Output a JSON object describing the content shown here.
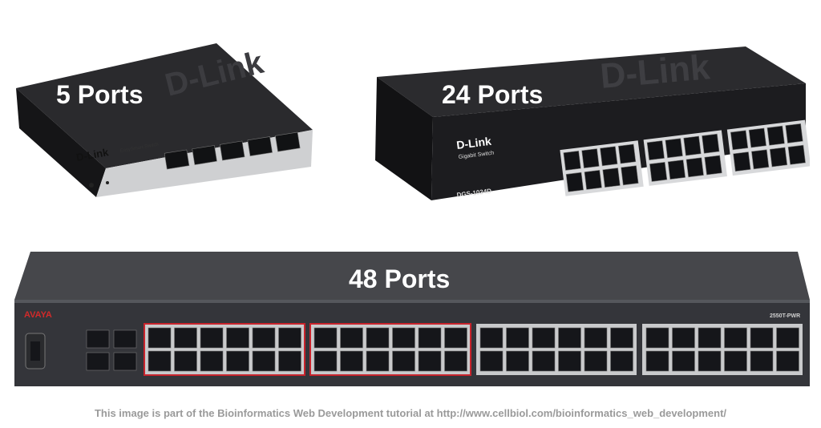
{
  "devices": [
    {
      "label": "5 Ports",
      "brand": "D-Link",
      "model": "DGS-1100-05",
      "subtitle": "EasySmart Switch",
      "port_count": 5
    },
    {
      "label": "24 Ports",
      "brand": "D-Link",
      "model": "DGS-1024D",
      "subtitle": "Gigabit Switch",
      "port_count": 24
    },
    {
      "label": "48 Ports",
      "brand": "AVAYA",
      "model": "2550T-PWR",
      "port_count": 48
    }
  ],
  "caption": "This image is part of the Bioinformatics Web Development tutorial at http://www.cellbiol.com/bioinformatics_web_development/",
  "colors": {
    "chassis_dark": "#1e1e20",
    "chassis_avaya": "#3a3b3e",
    "port_panel": "#c9cacc",
    "poe_highlight": "#c8232c",
    "caption": "#9a9a9a"
  }
}
